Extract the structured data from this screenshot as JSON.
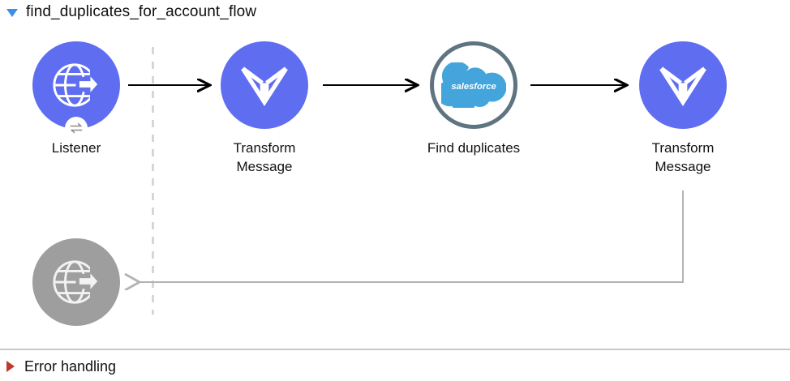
{
  "flow": {
    "title": "find_duplicates_for_account_flow",
    "collapse_icon": "caret-down-icon",
    "accent_color": "#3d8ee8"
  },
  "canvas": {
    "source_boundary": {
      "style": "dashed",
      "color": "#cccccc"
    },
    "node_color_primary": "#5f6ef0",
    "node_color_disabled": "#9e9e9e",
    "connector_color": "#000000",
    "response_connector_color": "#b3b3b3",
    "nodes": [
      {
        "id": "listener",
        "label": "Listener",
        "icon": "globe-arrow-icon",
        "badge_icon": "exchange-arrows-icon",
        "style": "purple"
      },
      {
        "id": "transform-message-1",
        "label": "Transform\nMessage",
        "icon": "dataweave-icon",
        "style": "purple"
      },
      {
        "id": "find-duplicates",
        "label": "Find duplicates",
        "icon": "salesforce-cloud-icon",
        "icon_text": "salesforce",
        "style": "white",
        "border_color": "#5f7481",
        "logo_color": "#43a5dc"
      },
      {
        "id": "transform-message-2",
        "label": "Transform\nMessage",
        "icon": "dataweave-icon",
        "style": "purple"
      },
      {
        "id": "listener-response",
        "label": "",
        "icon": "globe-arrow-icon",
        "style": "gray"
      }
    ]
  },
  "footer": {
    "error_handling_label": "Error handling",
    "expand_icon": "caret-right-icon",
    "expand_icon_color": "#c0392f"
  }
}
